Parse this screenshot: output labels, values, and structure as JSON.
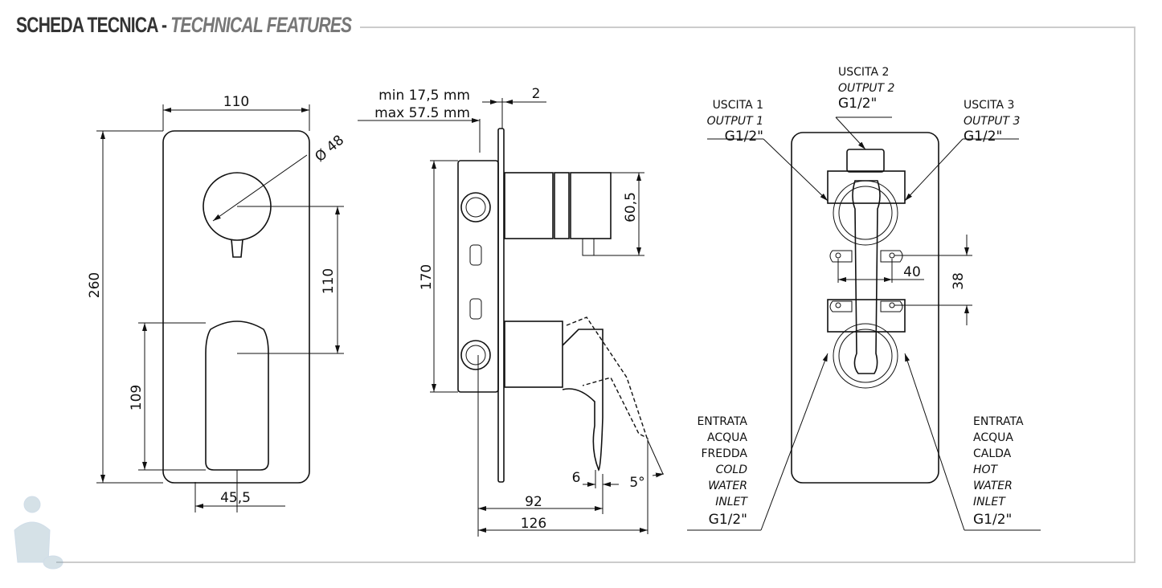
{
  "header": {
    "title_it": "SCHEDA TECNICA",
    "separator": " - ",
    "title_en": "TECHNICAL FEATURES"
  },
  "front_view": {
    "width": "110",
    "height": "260",
    "diameter": "Ø 48",
    "axis_distance": "110",
    "lever_height": "109",
    "lever_offset": "45,5"
  },
  "side_view": {
    "depth_min": "min 17,5 mm",
    "depth_max": "max 57.5 mm",
    "plate_thickness": "2",
    "box_height": "170",
    "knob_height": "60,5",
    "lever_gap": "6",
    "lever_angle": "5°",
    "depth_lever": "92",
    "depth_total": "126"
  },
  "rear_view": {
    "output1": {
      "it": "USCITA 1",
      "en": "OUTPUT 1",
      "size": "G1/2\""
    },
    "output2": {
      "it": "USCITA 2",
      "en": "OUTPUT 2",
      "size": "G1/2\""
    },
    "output3": {
      "it": "USCITA 3",
      "en": "OUTPUT 3",
      "size": "G1/2\""
    },
    "cold_inlet": {
      "l1": "ENTRATA",
      "l2": "ACQUA",
      "l3": "FREDDA",
      "l4": "COLD",
      "l5": "WATER",
      "l6": "INLET",
      "size": "G1/2\""
    },
    "hot_inlet": {
      "l1": "ENTRATA",
      "l2": "ACQUA",
      "l3": "CALDA",
      "l4": "HOT",
      "l5": "WATER",
      "l6": "INLET",
      "size": "G1/2\""
    },
    "fix_spacing_h": "40",
    "fix_spacing_v": "38"
  }
}
